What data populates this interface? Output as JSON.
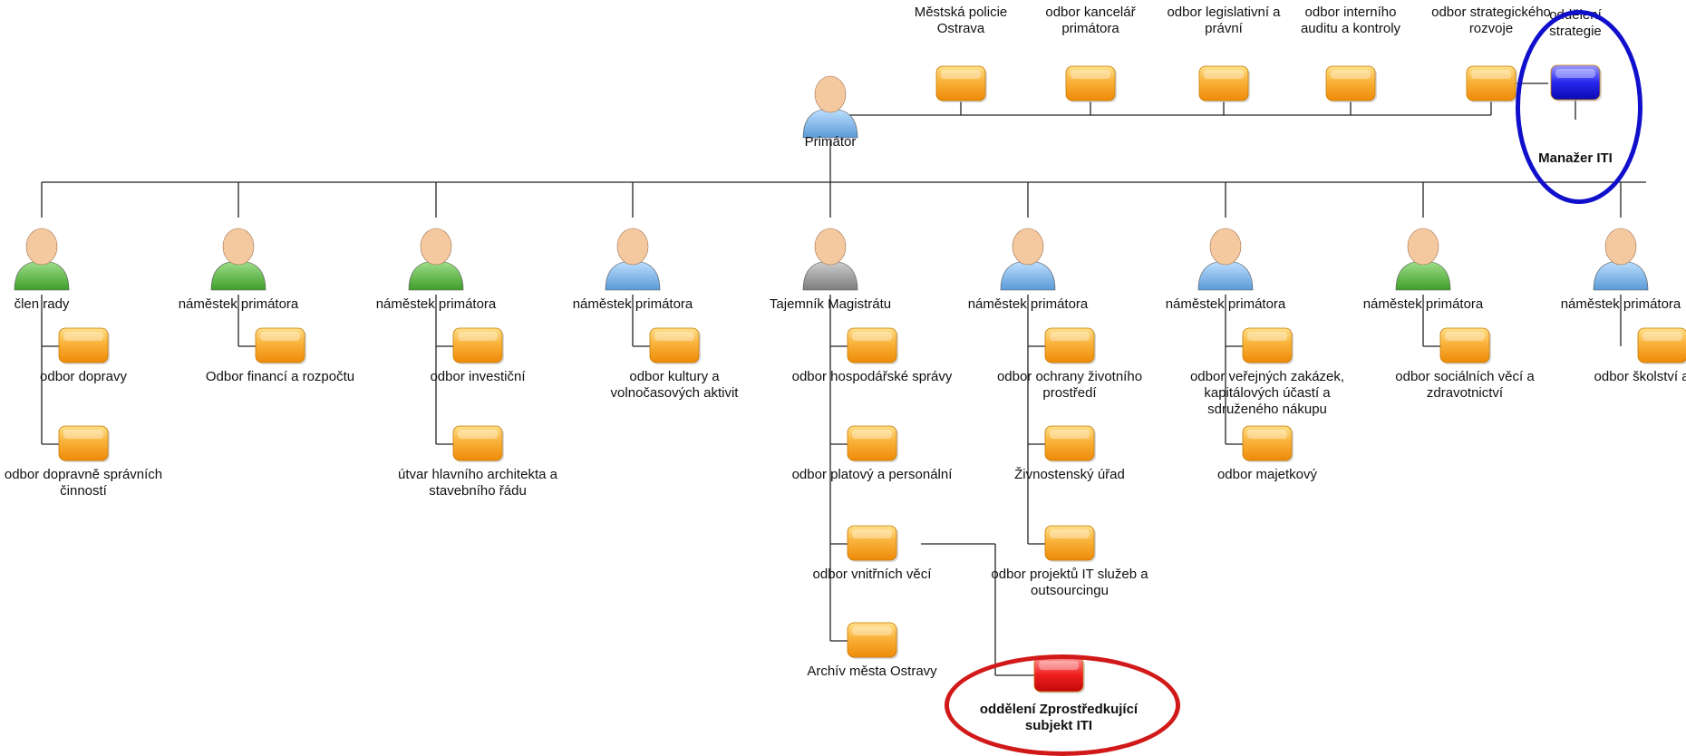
{
  "colors": {
    "line": "#222222",
    "box_orange": "#f7a21b",
    "box_blue": "#1414d8",
    "box_red": "#ec1c24",
    "ring_blue": "#1010cc",
    "ring_red": "#d21919"
  },
  "top": {
    "primator": "Primátor",
    "units": [
      "Městská policie Ostrava",
      "odbor kancelář primátora",
      "odbor legislativní a právní",
      "odbor interního auditu a kontroly",
      "odbor strategického rozvoje"
    ],
    "strategie": "oddělení strategie",
    "manager": "Manažer ITI"
  },
  "columns": [
    {
      "person": "člen rady",
      "icon": "person-green-mustache-icon",
      "units": [
        "odbor dopravy",
        "odbor dopravně správních činností"
      ]
    },
    {
      "person": "náměstek primátora",
      "icon": "person-blonde-woman-icon",
      "units": [
        "Odbor financí a rozpočtu"
      ]
    },
    {
      "person": "náměstek primátora",
      "icon": "person-green-mustache-icon",
      "units": [
        "odbor investiční",
        "útvar hlavního architekta a stavebního řádu"
      ]
    },
    {
      "person": "náměstek primátora",
      "icon": "person-gray-tie-icon",
      "units": [
        "odbor kultury a volnočasových aktivit"
      ]
    },
    {
      "person": "Tajemník Magistrátu",
      "icon": "person-suit-tie-icon",
      "units": [
        "odbor hospodářské správy",
        "odbor platový a personální",
        "odbor vnitřních věcí",
        "Archív města Ostravy"
      ]
    },
    {
      "person": "náměstek primátora",
      "icon": "person-woman-blue-icon",
      "units": [
        "odbor ochrany životního prostředí",
        "Živnostenský úřad",
        "odbor projektů IT služeb a outsourcingu"
      ]
    },
    {
      "person": "náměstek primátora",
      "icon": "person-gray-blue-icon",
      "units": [
        "odbor veřejných zakázek, kapitálových účastí a sdruženého nákupu",
        "odbor majetkový"
      ]
    },
    {
      "person": "náměstek primátora",
      "icon": "person-green-mustache-icon",
      "units": [
        "odbor sociálních věcí a zdravotnictví"
      ]
    },
    {
      "person": "náměstek primátora",
      "icon": "person-gray-blue-icon",
      "units": [
        "odbor školství a sportu"
      ]
    }
  ],
  "zs": "oddělení Zprostředkující subjekt ITI"
}
